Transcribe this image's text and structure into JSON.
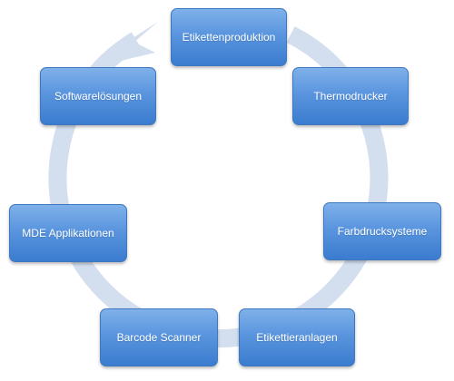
{
  "diagram": {
    "type": "cycle",
    "arrow_color": "#d3deee",
    "box_color": "#4f8ad6",
    "nodes": [
      {
        "label": "Etikettenproduktion"
      },
      {
        "label": "Thermodrucker"
      },
      {
        "label": "Farbdrucksysteme"
      },
      {
        "label": "Etikettieranlagen"
      },
      {
        "label": "Barcode Scanner"
      },
      {
        "label": "MDE Applikationen"
      },
      {
        "label": "Softwarelösungen"
      }
    ]
  }
}
